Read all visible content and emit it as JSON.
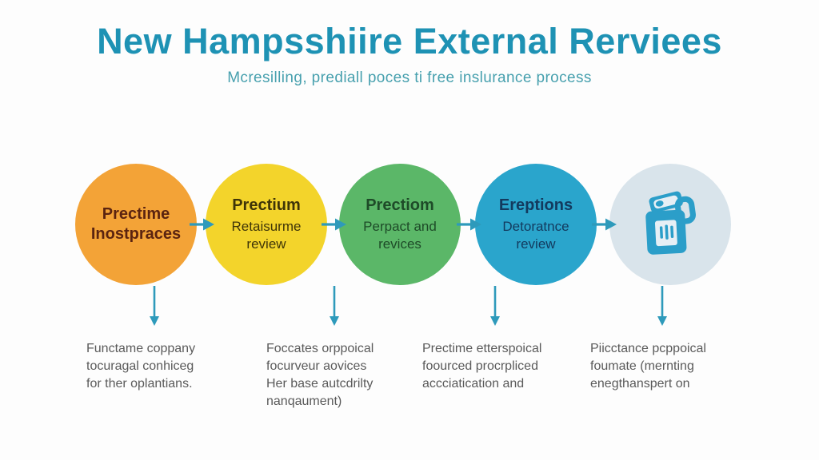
{
  "header": {
    "title": "New Hampsshiire External Rerviees",
    "subtitle": "Mcresilling, prediall poces ti free inslurance process"
  },
  "theme": {
    "title_color": "#1E92B4",
    "subtitle_color": "#47A0AE",
    "connector_color": "#2E9ABB",
    "notes_text_color": "#5A5A5A",
    "background": "#FDFDFD"
  },
  "flow": {
    "steps": [
      {
        "title": "Prectime\nInostpraces",
        "subtitle": "",
        "circle_color": "#F3A337",
        "text_color": "#5B2410",
        "icon": ""
      },
      {
        "title": "Prectium",
        "subtitle": "Retaisurme\nreview",
        "circle_color": "#F3D42B",
        "text_color": "#3F3508",
        "icon": ""
      },
      {
        "title": "Prectiom",
        "subtitle": "Perpact and\nrevices",
        "circle_color": "#5BB768",
        "text_color": "#1E4B28",
        "icon": ""
      },
      {
        "title": "Ereptions",
        "subtitle": "Detoratnce\nreview",
        "circle_color": "#2AA5CC",
        "text_color": "#133A5E",
        "icon": ""
      },
      {
        "title": "",
        "subtitle": "",
        "circle_color": "#D9E4EB",
        "text_color": "#2B9EC9",
        "icon": "canister-icon"
      }
    ]
  },
  "notes": {
    "items": [
      {
        "text": "Functame coppany\ntocuragal conhiceg\nfor ther oplantians."
      },
      {
        "text": "Foccates orppoical\nfocurveur aovices\nHer base autcdrilty\nnanqaument)"
      },
      {
        "text": "Prectime etterspoical\nfoourced procrpliced\naccciatication and"
      },
      {
        "text": "Piicctance pcppoical\nfoumate (mernting\nenegthanspert on"
      }
    ]
  }
}
